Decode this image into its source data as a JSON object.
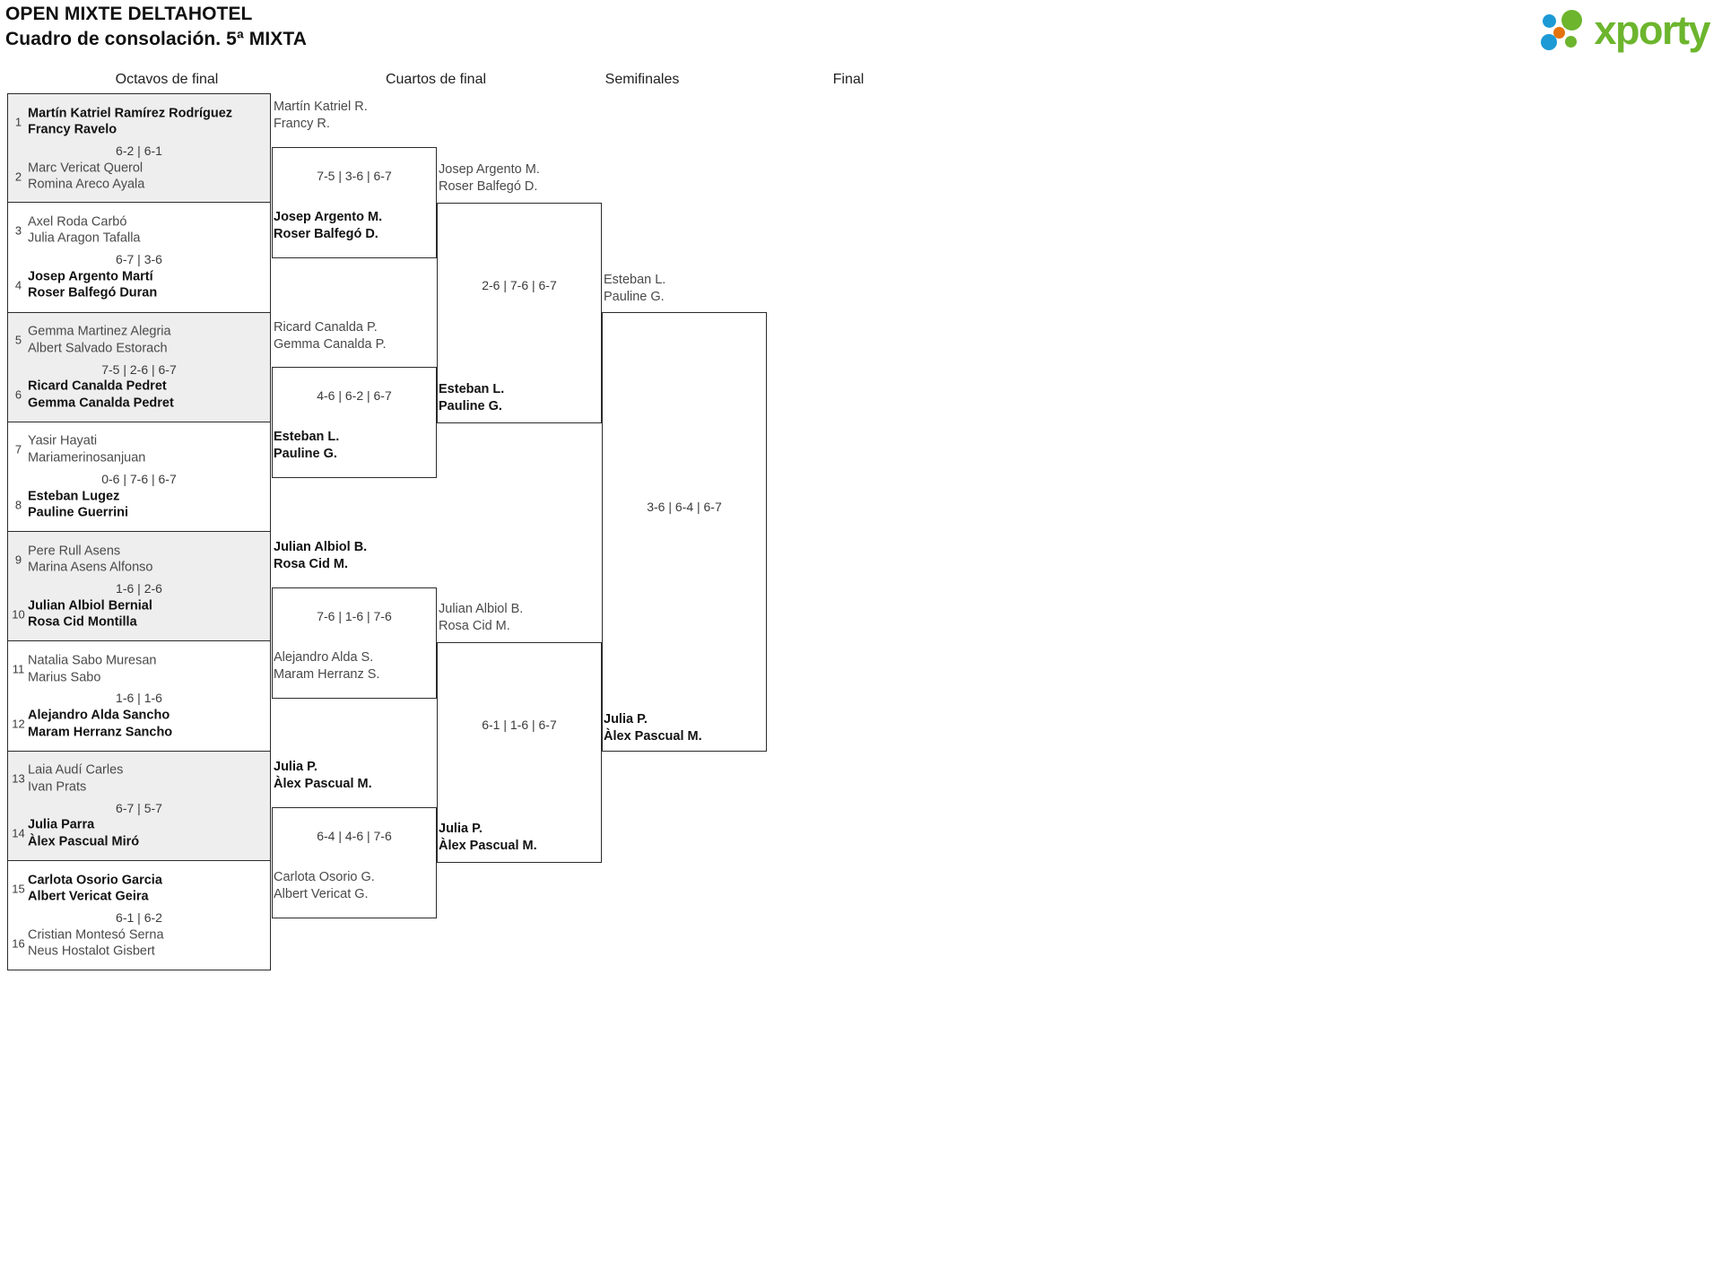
{
  "header": {
    "title": "OPEN MIXTE DELTAHOTEL",
    "subtitle": "Cuadro de consolación. 5ª MIXTA"
  },
  "logo": {
    "word": "xporty"
  },
  "rounds": [
    {
      "label": "Octavos de final"
    },
    {
      "label": "Cuartos de final"
    },
    {
      "label": "Semifinales"
    },
    {
      "label": "Final"
    }
  ],
  "round1": {
    "matches": [
      {
        "score": "6-2 | 6-1",
        "top": {
          "seed": "1",
          "p1": "Martín Katriel Ramírez Rodríguez",
          "p2": "Francy Ravelo",
          "winner": true
        },
        "bottom": {
          "seed": "2",
          "p1": "Marc Vericat Querol",
          "p2": "Romina Areco Ayala",
          "winner": false
        }
      },
      {
        "score": "6-7 | 3-6",
        "top": {
          "seed": "3",
          "p1": "Axel Roda Carbó",
          "p2": "Julia Aragon Tafalla",
          "winner": false
        },
        "bottom": {
          "seed": "4",
          "p1": "Josep Argento Martí",
          "p2": "Roser Balfegó Duran",
          "winner": true
        }
      },
      {
        "score": "7-5 | 2-6 | 6-7",
        "top": {
          "seed": "5",
          "p1": "Gemma Martinez Alegria",
          "p2": "Albert Salvado Estorach",
          "winner": false
        },
        "bottom": {
          "seed": "6",
          "p1": "Ricard Canalda Pedret",
          "p2": "Gemma Canalda Pedret",
          "winner": true
        }
      },
      {
        "score": "0-6 | 7-6 | 6-7",
        "top": {
          "seed": "7",
          "p1": "Yasir Hayati",
          "p2": "Mariamerinosanjuan",
          "winner": false
        },
        "bottom": {
          "seed": "8",
          "p1": "Esteban Lugez",
          "p2": "Pauline Guerrini",
          "winner": true
        }
      },
      {
        "score": "1-6 | 2-6",
        "top": {
          "seed": "9",
          "p1": "Pere Rull Asens",
          "p2": "Marina Asens Alfonso",
          "winner": false
        },
        "bottom": {
          "seed": "10",
          "p1": "Julian Albiol Bernial",
          "p2": "Rosa Cid Montilla",
          "winner": true
        }
      },
      {
        "score": "1-6 | 1-6",
        "top": {
          "seed": "11",
          "p1": "Natalia Sabo Muresan",
          "p2": "Marius Sabo",
          "winner": false
        },
        "bottom": {
          "seed": "12",
          "p1": "Alejandro Alda Sancho",
          "p2": "Maram Herranz Sancho",
          "winner": true
        }
      },
      {
        "score": "6-7 | 5-7",
        "top": {
          "seed": "13",
          "p1": "Laia Audí Carles",
          "p2": "Ivan Prats",
          "winner": false
        },
        "bottom": {
          "seed": "14",
          "p1": "Julia Parra",
          "p2": "Àlex Pascual Miró",
          "winner": true
        }
      },
      {
        "score": "6-1 | 6-2",
        "top": {
          "seed": "15",
          "p1": "Carlota Osorio Garcia",
          "p2": "Albert Vericat Geira",
          "winner": true
        },
        "bottom": {
          "seed": "16",
          "p1": "Cristian Montesó Serna",
          "p2": "Neus Hostalot Gisbert",
          "winner": false
        }
      }
    ]
  },
  "round2": {
    "matches": [
      {
        "score": "7-5 | 3-6 | 6-7",
        "top": {
          "p1": "Martín Katriel R.",
          "p2": "Francy R.",
          "winner": false
        },
        "bottom": {
          "p1": "Josep Argento M.",
          "p2": "Roser Balfegó D.",
          "winner": true
        }
      },
      {
        "score": "4-6 | 6-2 | 6-7",
        "top": {
          "p1": "Ricard Canalda P.",
          "p2": "Gemma Canalda P.",
          "winner": false
        },
        "bottom": {
          "p1": "Esteban L.",
          "p2": "Pauline G.",
          "winner": true
        }
      },
      {
        "score": "7-6 | 1-6 | 7-6",
        "top": {
          "p1": "Julian Albiol B.",
          "p2": "Rosa Cid M.",
          "winner": true
        },
        "bottom": {
          "p1": "Alejandro Alda S.",
          "p2": "Maram Herranz S.",
          "winner": false
        }
      },
      {
        "score": "6-4 | 4-6 | 7-6",
        "top": {
          "p1": "Julia P.",
          "p2": "Àlex Pascual M.",
          "winner": true
        },
        "bottom": {
          "p1": "Carlota Osorio G.",
          "p2": "Albert Vericat G.",
          "winner": false
        }
      }
    ]
  },
  "round3": {
    "matches": [
      {
        "score": "2-6 | 7-6 | 6-7",
        "top": {
          "p1": "Josep Argento M.",
          "p2": "Roser Balfegó D.",
          "winner": false
        },
        "bottom": {
          "p1": "Esteban L.",
          "p2": "Pauline G.",
          "winner": true
        }
      },
      {
        "score": "6-1 | 1-6 | 6-7",
        "top": {
          "p1": "Julian Albiol B.",
          "p2": "Rosa Cid M.",
          "winner": false
        },
        "bottom": {
          "p1": "Julia P.",
          "p2": "Àlex Pascual M.",
          "winner": true
        }
      }
    ]
  },
  "round4": {
    "matches": [
      {
        "score": "3-6 | 6-4 | 6-7",
        "top": {
          "p1": "Esteban L.",
          "p2": "Pauline G.",
          "winner": false
        },
        "bottom": {
          "p1": "Julia P.",
          "p2": "Àlex Pascual M.",
          "winner": true
        }
      }
    ]
  },
  "colors": {
    "shade": "#eeeeee",
    "border": "#2b2b2b",
    "logo_green": "#6cb52d",
    "logo_blue": "#1b9ad6",
    "logo_orange": "#e5730c"
  }
}
